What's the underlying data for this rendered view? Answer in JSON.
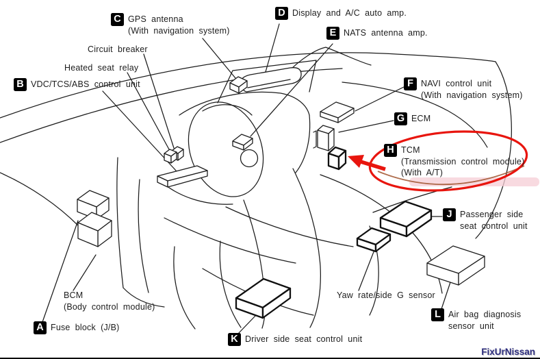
{
  "colors": {
    "line": "#1c1c1c",
    "highlight_red": "#e8150e",
    "highlight_brown_shadow": "#a0522d",
    "highlight_pink_band": "#f6ced5",
    "watermark_navy": "#2f2f7f"
  },
  "highlight": {
    "shape": "red ellipse with red arrow",
    "target_label": "H"
  },
  "watermark": {
    "text": "FixUrNissan"
  },
  "labels": {
    "gps_antenna": {
      "key": "C",
      "line1": "GPS antenna",
      "line2": "(With navigation system)"
    },
    "display_amp": {
      "key": "D",
      "line1": "Display and A/C auto amp."
    },
    "nats": {
      "key": "E",
      "line1": "NATS antenna amp."
    },
    "circuit_breaker": {
      "line1": "Circuit breaker"
    },
    "heated_seat_relay": {
      "line1": "Heated seat relay"
    },
    "vdc": {
      "key": "B",
      "line1": "VDC/TCS/ABS control unit"
    },
    "navi": {
      "key": "F",
      "line1": "NAVI control unit",
      "line2": "(With navigation system)"
    },
    "ecm": {
      "key": "G",
      "line1": "ECM"
    },
    "tcm": {
      "key": "H",
      "line1": "TCM",
      "line2": "(Transmission control module)",
      "line3": "(With A/T)"
    },
    "passenger_seat": {
      "key": "J",
      "line1": "Passenger side",
      "line2": "seat control unit"
    },
    "yaw_sensor": {
      "line1": "Yaw rate/side G sensor"
    },
    "airbag": {
      "key": "L",
      "line1": "Air bag diagnosis",
      "line2": "sensor unit"
    },
    "bcm": {
      "line1": "BCM",
      "line2": "(Body control module)"
    },
    "fuse_block": {
      "key": "A",
      "line1": "Fuse block (J/B)"
    },
    "driver_seat": {
      "key": "K",
      "line1": "Driver side seat control unit"
    }
  }
}
